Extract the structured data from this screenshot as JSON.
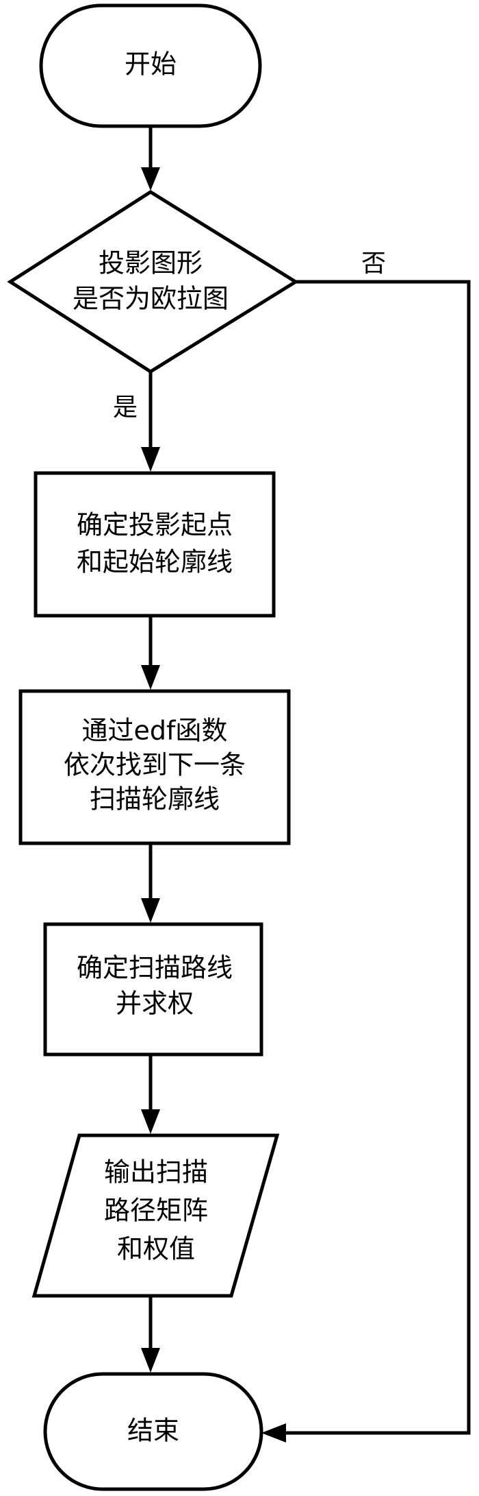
{
  "nodes": {
    "start": {
      "text": "开始"
    },
    "decision": {
      "lines": [
        "投影图形",
        "是否为欧拉图"
      ]
    },
    "determine_start": {
      "lines": [
        "确定投影起点",
        "和起始轮廓线"
      ]
    },
    "find_next": {
      "lines": [
        "通过edf函数",
        "依次找到下一条",
        "扫描轮廓线"
      ]
    },
    "determine_route": {
      "lines": [
        "确定扫描路线",
        "并求权"
      ]
    },
    "output": {
      "lines": [
        "输出扫描",
        "路径矩阵",
        "和权值"
      ]
    },
    "end": {
      "text": "结束"
    }
  },
  "labels": {
    "yes": "是",
    "no": "否"
  }
}
